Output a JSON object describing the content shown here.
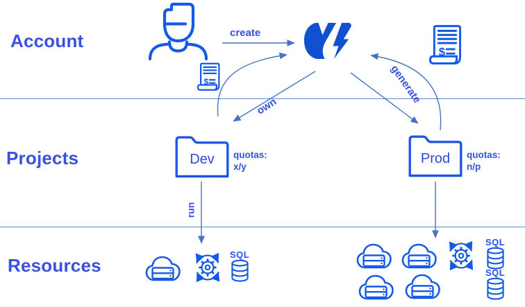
{
  "bands": {
    "account": {
      "label": "Account"
    },
    "projects": {
      "label": "Projects"
    },
    "resources": {
      "label": "Resources"
    }
  },
  "edges": {
    "create": {
      "label": "create"
    },
    "own": {
      "label": "own"
    },
    "generate": {
      "label": "generate"
    },
    "run": {
      "label": "run"
    }
  },
  "projects": {
    "dev": {
      "name": "Dev",
      "quotas_label": "quotas:",
      "quotas_value": "x/y"
    },
    "prod": {
      "name": "Prod",
      "quotas_label": "quotas:",
      "quotas_value": "n/p"
    }
  },
  "invoice": {
    "currency_symbol": "$"
  },
  "database": {
    "label": "SQL"
  },
  "icons": {
    "account_owner": "person-icon",
    "platform": "brand-logo-icon",
    "billing": "invoice-icon",
    "project": "folder-icon",
    "compute": "cloud-server-icon",
    "orchestration": "gear-cycle-icon",
    "database": "sql-database-icon"
  },
  "colors": {
    "icon_blue": "#155ae6",
    "logo_blue": "#1150d0",
    "heading_blue": "#3a50e0",
    "text_blue": "#3552dd",
    "arrow_blue": "#4472c4"
  }
}
